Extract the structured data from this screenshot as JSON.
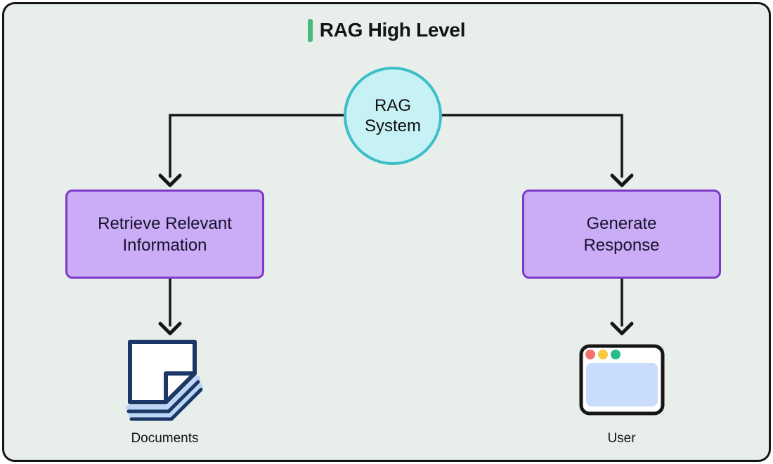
{
  "title": {
    "text": "RAG High Level",
    "accent_bar_color": "#4bb97c"
  },
  "nodes": {
    "rag_system": {
      "label": "RAG System",
      "line1": "RAG",
      "line2": "System",
      "shape": "circle",
      "fill": "#c7f2f5",
      "border_color": "#3dbec9"
    },
    "retrieve": {
      "label": "Retrieve Relevant Information",
      "line1": "Retrieve Relevant",
      "line2": "Information",
      "shape": "rounded-rectangle",
      "fill": "#cbadf7",
      "border_color": "#7d3ac9"
    },
    "generate": {
      "label": "Generate Response",
      "line1": "Generate",
      "line2": "Response",
      "shape": "rounded-rectangle",
      "fill": "#cbadf7",
      "border_color": "#7d3ac9"
    }
  },
  "icons": {
    "documents": {
      "name": "documents-icon",
      "label": "Documents",
      "outline_color": "#1b3766",
      "stack_fill_color": "#bdd6f8"
    },
    "user": {
      "name": "browser-window-icon",
      "label": "User",
      "outline_color": "#161616",
      "content_fill_color": "#cadcfb",
      "traffic_light_colors": [
        "#f2716f",
        "#f8c840",
        "#2abd8c"
      ]
    }
  },
  "edges": [
    {
      "from": "rag_system",
      "to": "retrieve"
    },
    {
      "from": "rag_system",
      "to": "generate"
    },
    {
      "from": "retrieve",
      "to": "documents"
    },
    {
      "from": "generate",
      "to": "user"
    }
  ],
  "canvas": {
    "background": "#e8efeb",
    "frame_border_color": "#161616",
    "connector_color": "#161616"
  }
}
